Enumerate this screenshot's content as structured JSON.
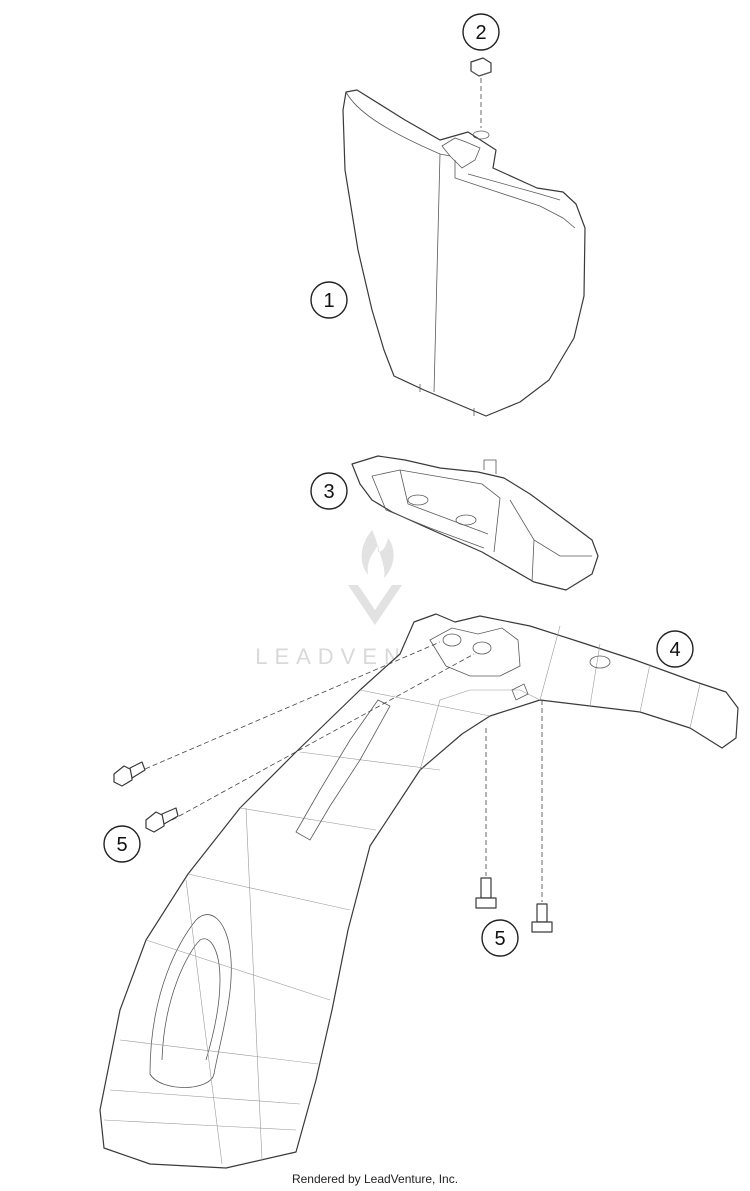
{
  "callouts": {
    "c1": "1",
    "c2": "2",
    "c3": "3",
    "c4": "4",
    "c5a": "5",
    "c5b": "5"
  },
  "watermark": {
    "text": "LEADVENTURE"
  },
  "footer": {
    "text": "Rendered by LeadVenture, Inc."
  },
  "colors": {
    "line": "#3a3a3a",
    "watermark": "#d9d9d9"
  }
}
